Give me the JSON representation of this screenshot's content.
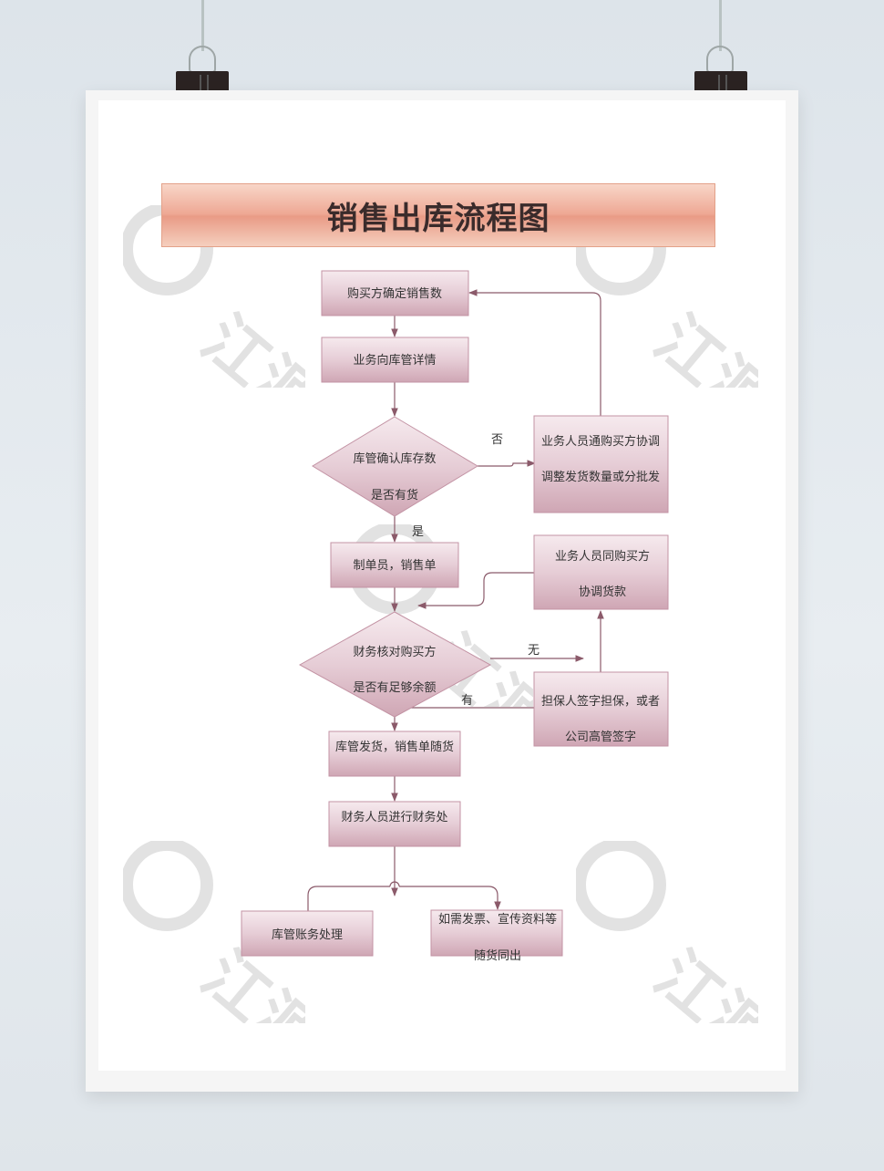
{
  "title": "销售出库流程图",
  "watermark": "江源",
  "colors": {
    "node_fill_top": "#f4e6ea",
    "node_fill_bottom": "#d4aebb",
    "node_border": "#b8879a",
    "arrow": "#8b5a6a",
    "title_fill": "#eea894"
  },
  "nodes": {
    "n1": "购买方确定销售数",
    "n2": "业务向库管详情",
    "d1_line1": "库管确认库存数",
    "d1_line2": "是否有货",
    "r1_line1": "业务人员通购买方协调",
    "r1_line2": "调整发货数量或分批发",
    "n3": "制单员，销售单",
    "r2_line1": "业务人员同购买方",
    "r2_line2": "协调货款",
    "d2_line1": "财务核对购买方",
    "d2_line2": "是否有足够余额",
    "r3_line1": "担保人签字担保，或者",
    "r3_line2": "公司高管签字",
    "n4": "库管发货，销售单随货",
    "n5": "财务人员进行财务处",
    "n6": "库管账务处理",
    "n7_line1": "如需发票、宣传资料等",
    "n7_line2": "随货同出"
  },
  "edge_labels": {
    "no": "否",
    "yes": "是",
    "none": "无",
    "has": "有"
  }
}
